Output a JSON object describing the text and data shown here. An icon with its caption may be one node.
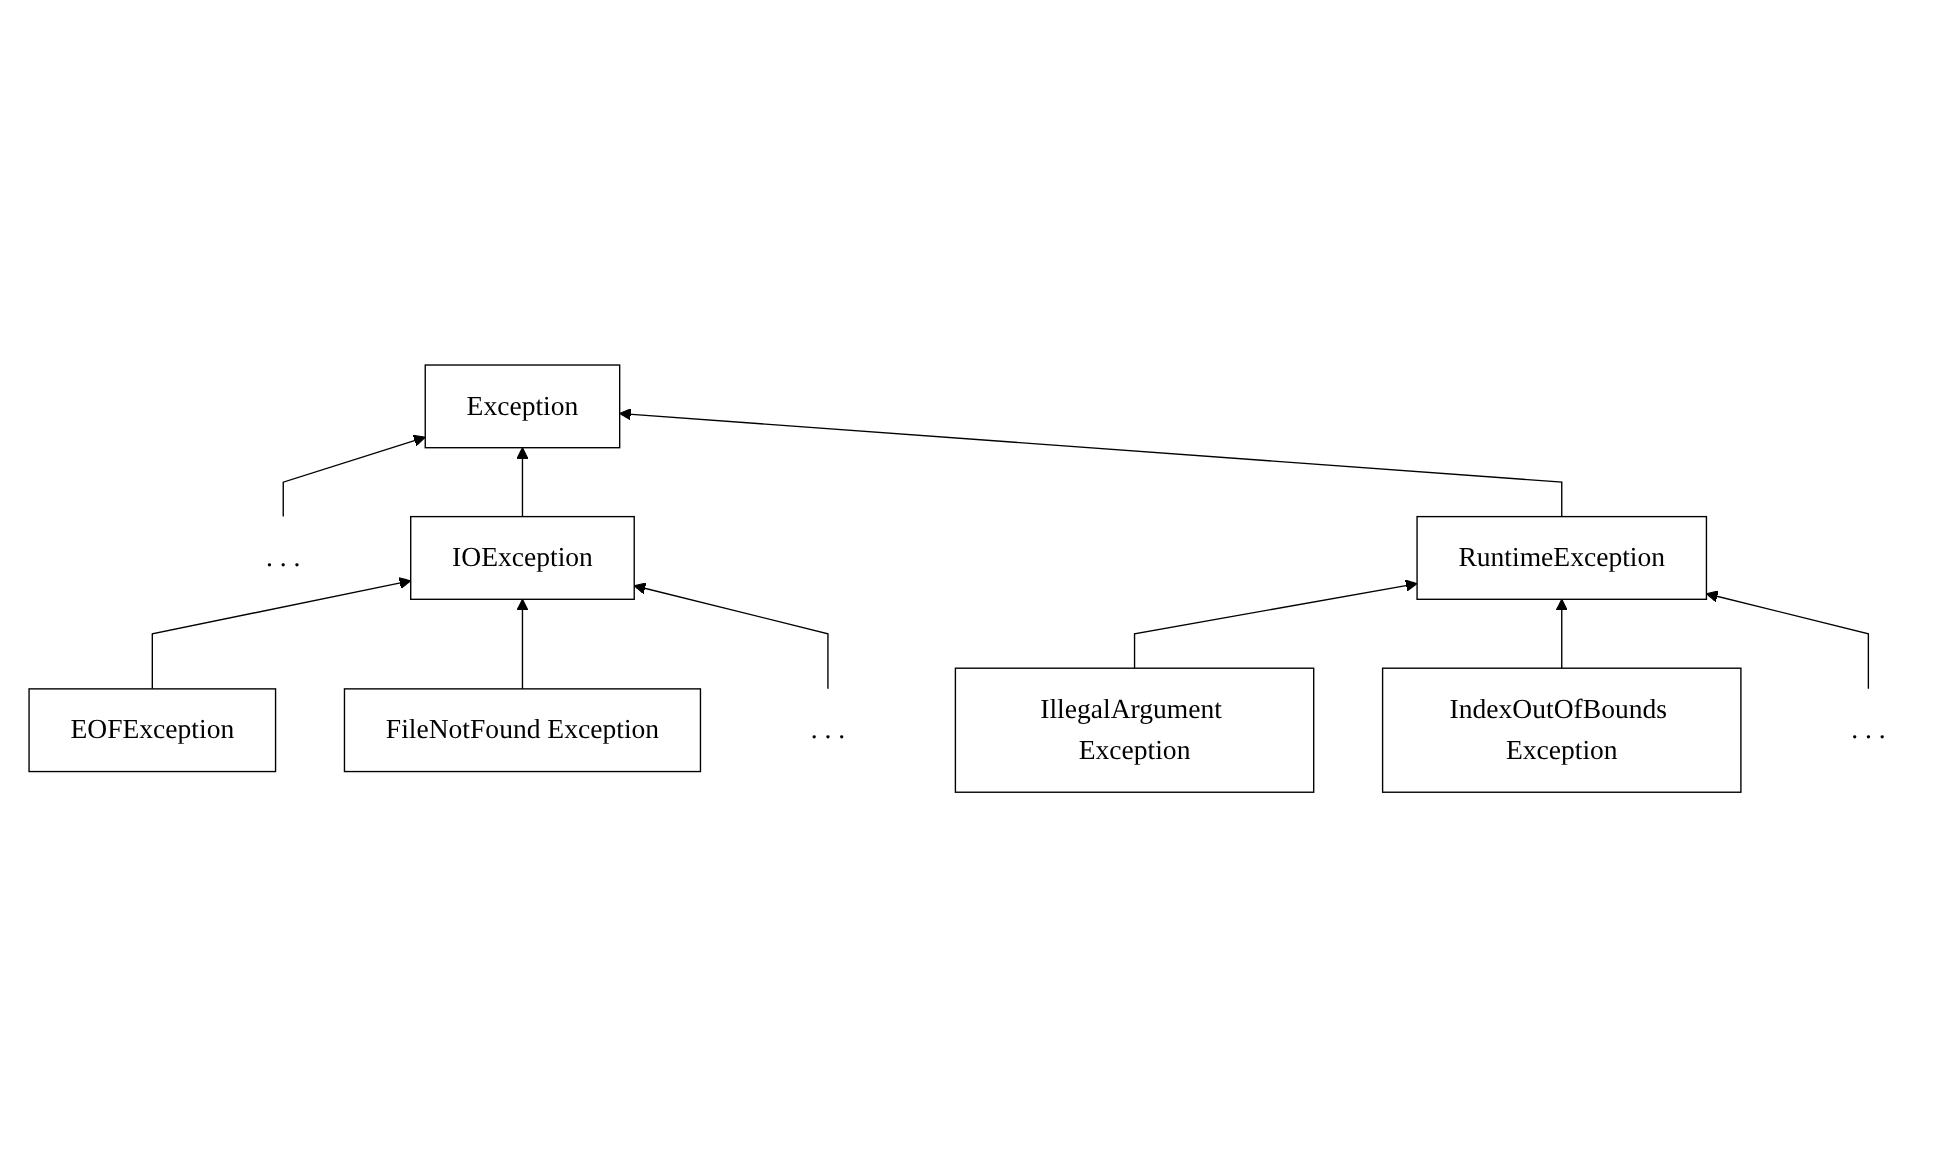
{
  "diagram": {
    "nodes": [
      {
        "text": [
          "Exception"
        ]
      },
      {
        "text": [
          ". . ."
        ]
      },
      {
        "text": [
          "IOException"
        ]
      },
      {
        "text": [
          "RuntimeException"
        ]
      },
      {
        "text": [
          "EOFException"
        ]
      },
      {
        "text": [
          "FileNotFound Exception"
        ]
      },
      {
        "text": [
          ". . ."
        ]
      },
      {
        "text": [
          "IllegalArgument Exception"
        ]
      },
      {
        "text": [
          "IndexOutOfBounds Exception"
        ]
      },
      {
        "text": [
          ". . ."
        ]
      }
    ],
    "edges": [
      {
        "from": 1,
        "to": 0,
        "arrow": "to"
      },
      {
        "from": 2,
        "to": 0,
        "arrow": "to"
      },
      {
        "from": 3,
        "to": 0,
        "arrow": "to"
      },
      {
        "from": 4,
        "to": 2,
        "arrow": "to"
      },
      {
        "from": 5,
        "to": 2,
        "arrow": "to"
      },
      {
        "from": 6,
        "to": 2,
        "arrow": "to"
      },
      {
        "from": 7,
        "to": 3,
        "arrow": "to"
      },
      {
        "from": 8,
        "to": 3,
        "arrow": "to"
      },
      {
        "from": 9,
        "to": 3,
        "arrow": "to"
      }
    ]
  }
}
